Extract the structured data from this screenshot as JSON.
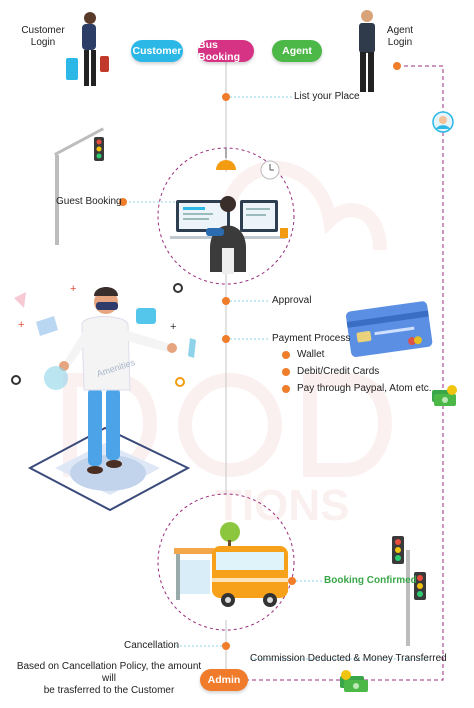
{
  "labels": {
    "customer_login": "Customer\nLogin",
    "agent_login": "Agent\nLogin",
    "list_place": "List your Place",
    "guest_booking": "Guest Booking",
    "approval": "Approval",
    "payment_process": "Payment Process",
    "payment_options": [
      "Wallet",
      "Debit/Credit Cards",
      "Pay through Paypal, Atom etc."
    ],
    "amenities": "Amenities",
    "booking_confirmed": "Booking Confirmed",
    "cancellation": "Cancellation",
    "commission": "Commission Deducted & Money Transferred",
    "refund_note": "Based on Cancellation Policy, the amount will\nbe trasferred to the Customer"
  },
  "buttons": {
    "customer": "Customer",
    "bus_booking": "Bus Booking",
    "agent": "Agent",
    "admin": "Admin"
  },
  "colors": {
    "accent_orange": "#ef7d2a",
    "customer_blue": "#2bb8e6",
    "bus_pink": "#d63384",
    "agent_green": "#4cb848",
    "admin_orange": "#f07b2a",
    "line_purple": "#9b2d7f",
    "guide_blue": "#8fd3ea",
    "booking_confirmed_green": "#3aa64a"
  }
}
